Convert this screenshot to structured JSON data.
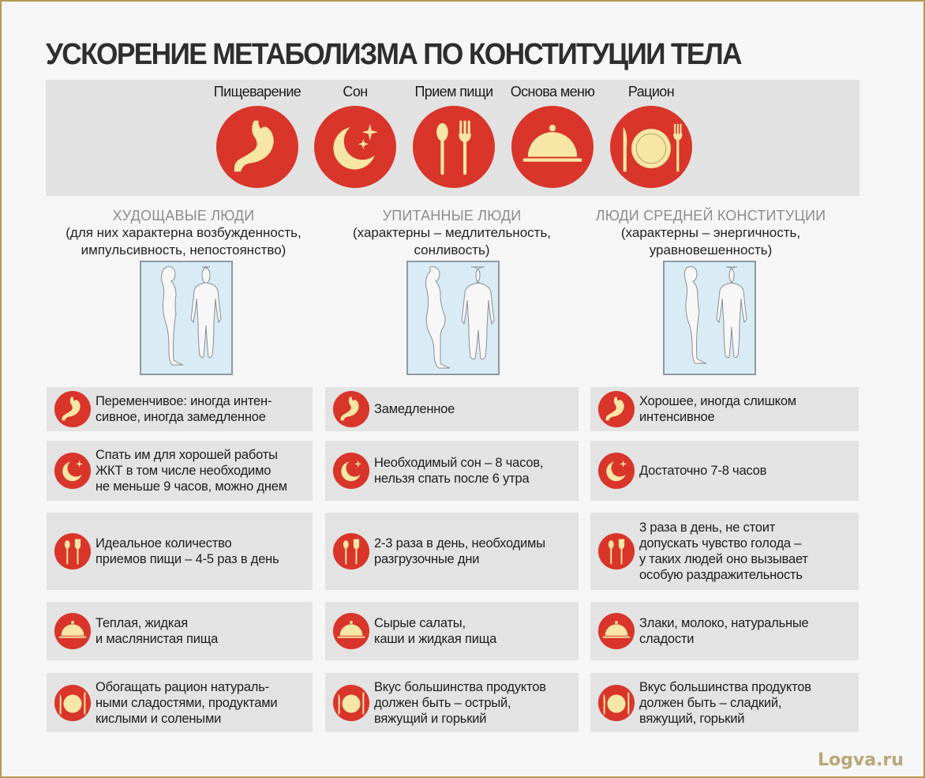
{
  "title": "УСКОРЕНИЕ МЕТАБОЛИЗМА ПО КОНСТИТУЦИИ ТЕЛА",
  "colors": {
    "accent_red": "#d9352a",
    "icon_cream": "#f7e7a6",
    "band_gray": "#e2e2e2",
    "cell_gray": "#e3e3e3",
    "heading_gray": "#8d8d8d",
    "figure_blue": "#d9ebf5",
    "frame_gold": "#b39a4f"
  },
  "categories": [
    {
      "label": "Пищеварение",
      "icon": "stomach-icon"
    },
    {
      "label": "Сон",
      "icon": "moon-stars-icon"
    },
    {
      "label": "Прием пищи",
      "icon": "spoon-fork-icon"
    },
    {
      "label": "Основа меню",
      "icon": "cloche-icon"
    },
    {
      "label": "Рацион",
      "icon": "plate-cutlery-icon"
    }
  ],
  "columns": [
    {
      "title": "ХУДОЩАВЫЕ ЛЮДИ",
      "subtitle_line1": "(для них характерна возбужденность,",
      "subtitle_line2": "импульсивность, непостоянство)",
      "figure": "thin-body-figure",
      "rows": [
        "Переменчивое: иногда интен-\nсивное, иногда замедленное",
        "Спать им для хорошей работы\nЖКТ в том числе необходимо\nне меньше 9 часов, можно днем",
        "Идеальное количество\nприемов пищи – 4-5 раз в день",
        "Теплая, жидкая\nи маслянистая пища",
        "Обогащать рацион натураль-\nными сладостями, продуктами\nкислыми и солеными"
      ]
    },
    {
      "title": "УПИТАННЫЕ ЛЮДИ",
      "subtitle_line1": "(характерны – медлительность,",
      "subtitle_line2": "сонливость)",
      "figure": "heavy-body-figure",
      "rows": [
        "Замедленное",
        "Необходимый сон – 8 часов,\nнельзя спать после 6 утра",
        "2-3 раза в день, необходимы\nразгрузочные дни",
        "Сырые салаты,\nкаши и жидкая пища",
        "Вкус большинства продуктов\nдолжен быть – острый,\nвяжущий и горький"
      ]
    },
    {
      "title": "ЛЮДИ СРЕДНЕЙ КОНСТИТУЦИИ",
      "subtitle_line1": "(характерны – энергичность,",
      "subtitle_line2": "уравновешенность)",
      "figure": "average-body-figure",
      "rows": [
        "Хорошее, иногда слишком\nинтенсивное",
        "Достаточно 7-8 часов",
        "3 раза в день, не стоит\nдопускать чувство голода –\nу таких людей оно вызывает\nособую раздражительность",
        "Злаки, молоко, натуральные\nсладости",
        "Вкус большинства продуктов\nдолжен быть – сладкий,\nвяжущий, горький"
      ]
    }
  ],
  "watermark": "Logva.ru"
}
